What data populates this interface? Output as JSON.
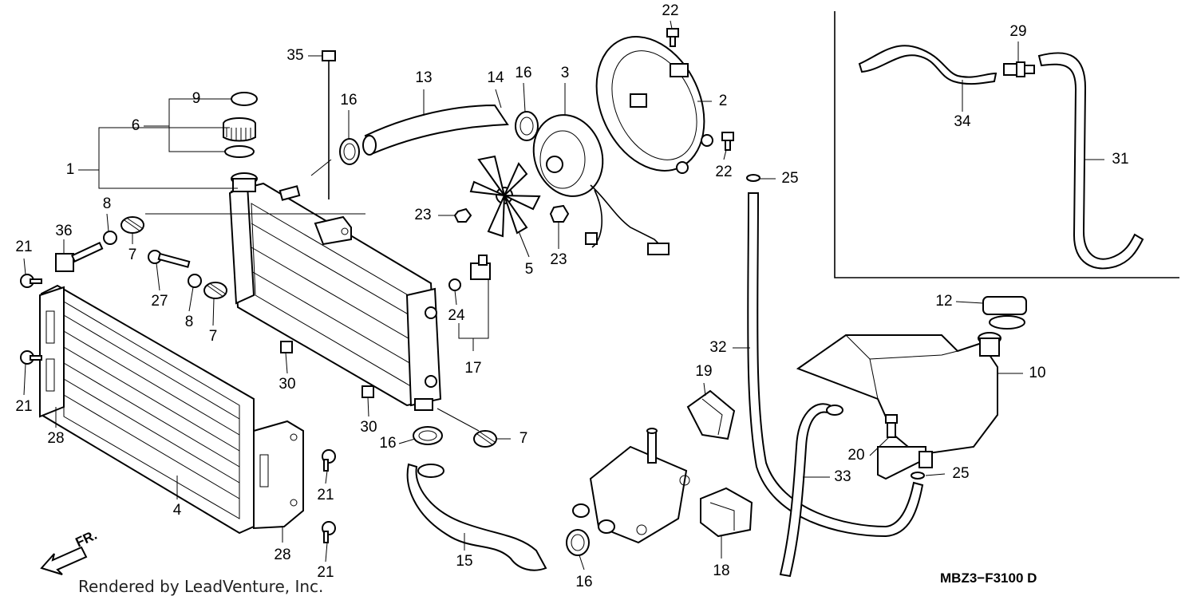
{
  "diagram": {
    "code": "MBZ3−F3100 D",
    "credit": "Rendered by LeadVenture, Inc.",
    "front_marker": "FR.",
    "callouts": [
      {
        "id": "c1",
        "label": "1"
      },
      {
        "id": "c2",
        "label": "2"
      },
      {
        "id": "c3",
        "label": "3"
      },
      {
        "id": "c4",
        "label": "4"
      },
      {
        "id": "c5",
        "label": "5"
      },
      {
        "id": "c6",
        "label": "6"
      },
      {
        "id": "c7a",
        "label": "7"
      },
      {
        "id": "c7b",
        "label": "7"
      },
      {
        "id": "c7c",
        "label": "7"
      },
      {
        "id": "c8a",
        "label": "8"
      },
      {
        "id": "c8b",
        "label": "8"
      },
      {
        "id": "c9",
        "label": "9"
      },
      {
        "id": "c10",
        "label": "10"
      },
      {
        "id": "c12",
        "label": "12"
      },
      {
        "id": "c13",
        "label": "13"
      },
      {
        "id": "c14",
        "label": "14"
      },
      {
        "id": "c15",
        "label": "15"
      },
      {
        "id": "c16a",
        "label": "16"
      },
      {
        "id": "c16b",
        "label": "16"
      },
      {
        "id": "c16c",
        "label": "16"
      },
      {
        "id": "c16d",
        "label": "16"
      },
      {
        "id": "c17",
        "label": "17"
      },
      {
        "id": "c18",
        "label": "18"
      },
      {
        "id": "c19",
        "label": "19"
      },
      {
        "id": "c20",
        "label": "20"
      },
      {
        "id": "c21a",
        "label": "21"
      },
      {
        "id": "c21b",
        "label": "21"
      },
      {
        "id": "c21c",
        "label": "21"
      },
      {
        "id": "c21d",
        "label": "21"
      },
      {
        "id": "c22a",
        "label": "22"
      },
      {
        "id": "c22b",
        "label": "22"
      },
      {
        "id": "c23a",
        "label": "23"
      },
      {
        "id": "c23b",
        "label": "23"
      },
      {
        "id": "c24",
        "label": "24"
      },
      {
        "id": "c25a",
        "label": "25"
      },
      {
        "id": "c25b",
        "label": "25"
      },
      {
        "id": "c27",
        "label": "27"
      },
      {
        "id": "c28a",
        "label": "28"
      },
      {
        "id": "c28b",
        "label": "28"
      },
      {
        "id": "c29",
        "label": "29"
      },
      {
        "id": "c30a",
        "label": "30"
      },
      {
        "id": "c30b",
        "label": "30"
      },
      {
        "id": "c31",
        "label": "31"
      },
      {
        "id": "c32",
        "label": "32"
      },
      {
        "id": "c33",
        "label": "33"
      },
      {
        "id": "c34",
        "label": "34"
      },
      {
        "id": "c35",
        "label": "35"
      },
      {
        "id": "c36",
        "label": "36"
      }
    ]
  }
}
